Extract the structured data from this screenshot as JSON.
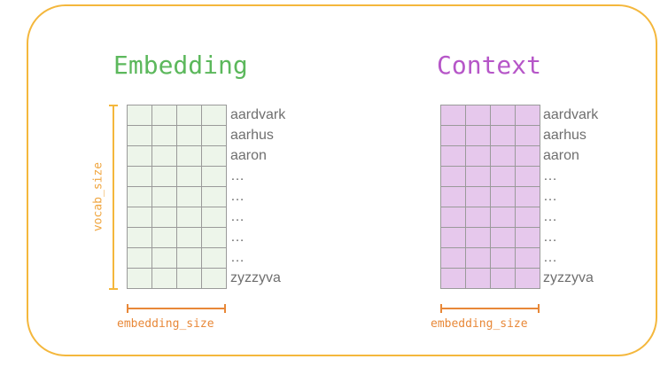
{
  "embedding": {
    "title": "Embedding",
    "words": [
      "aardvark",
      "aarhus",
      "aaron",
      "…",
      "…",
      "…",
      "…",
      "…",
      "zyzzyva"
    ],
    "width_label": "embedding_size",
    "height_label": "vocab_size"
  },
  "context": {
    "title": "Context",
    "words": [
      "aardvark",
      "aarhus",
      "aaron",
      "…",
      "…",
      "…",
      "…",
      "…",
      "zyzzyva"
    ],
    "width_label": "embedding_size"
  },
  "matrix": {
    "rows": 9,
    "cols": 4
  },
  "colors": {
    "frame": "#f4b73c",
    "embedding_title": "#5cb85c",
    "context_title": "#b656c8",
    "embedding_fill": "#edf5ea",
    "context_fill": "#e6c8ec",
    "vocab_brace": "#f4b73c",
    "embedding_brace": "#e88838"
  }
}
